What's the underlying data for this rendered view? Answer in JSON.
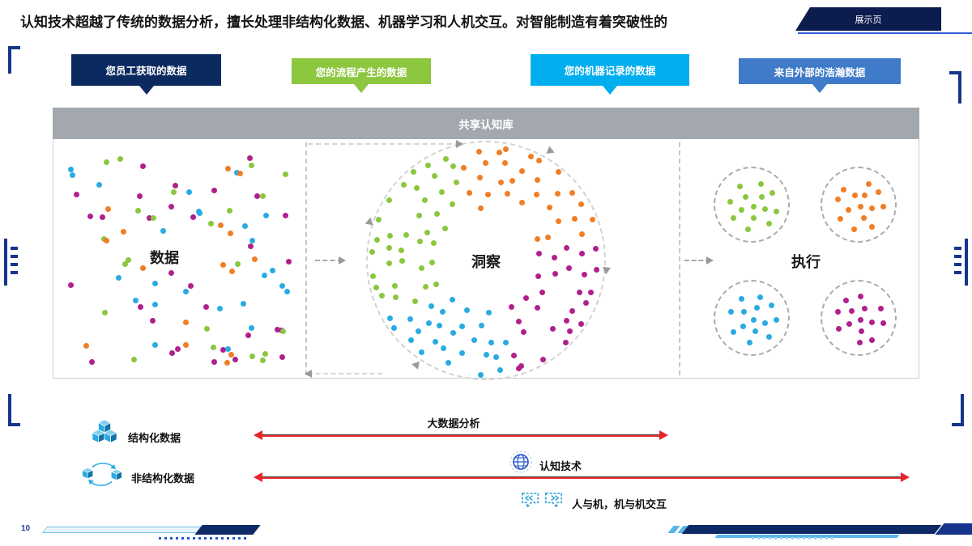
{
  "title": "认知技术超越了传统的数据分析，擅长处理非结构化数据、机器学习和人机交互。对智能制造有着突破性的",
  "corner_tab": {
    "label": "展示页"
  },
  "page_number": "10",
  "callouts": [
    {
      "label": "您员工获取的数据",
      "color": "#0b2a60"
    },
    {
      "label": "您的流程产生的数据",
      "color": "#8dc63f"
    },
    {
      "label": "您的机器记录的数据",
      "color": "#00aeef"
    },
    {
      "label": "来自外部的浩瀚数据",
      "color": "#3f7bc8"
    }
  ],
  "shared_bar": {
    "label": "共享认知库",
    "color": "#a3a8ae"
  },
  "diagram": {
    "left_label": "数据",
    "center_label": "洞察",
    "right_label": "执行",
    "dot_colors": {
      "green": "#8cc63f",
      "orange": "#f07e26",
      "magenta": "#b0208c",
      "cyan": "#29abe2"
    }
  },
  "legend": {
    "structured": "结构化数据",
    "unstructured": "非结构化数据",
    "big_data": "大数据分析",
    "cognitive": "认知技术",
    "interaction": "人与机，机与机交互"
  },
  "icons": {
    "structured": "cubes-icon",
    "unstructured": "cubes-cycle-icon",
    "cognitive": "globe-icon",
    "interaction": "chat-bubbles-icon"
  },
  "accent": {
    "deco_blue": "#16348c",
    "red_arrow": "#e8262a",
    "tab_navy": "#0d1c4e"
  }
}
